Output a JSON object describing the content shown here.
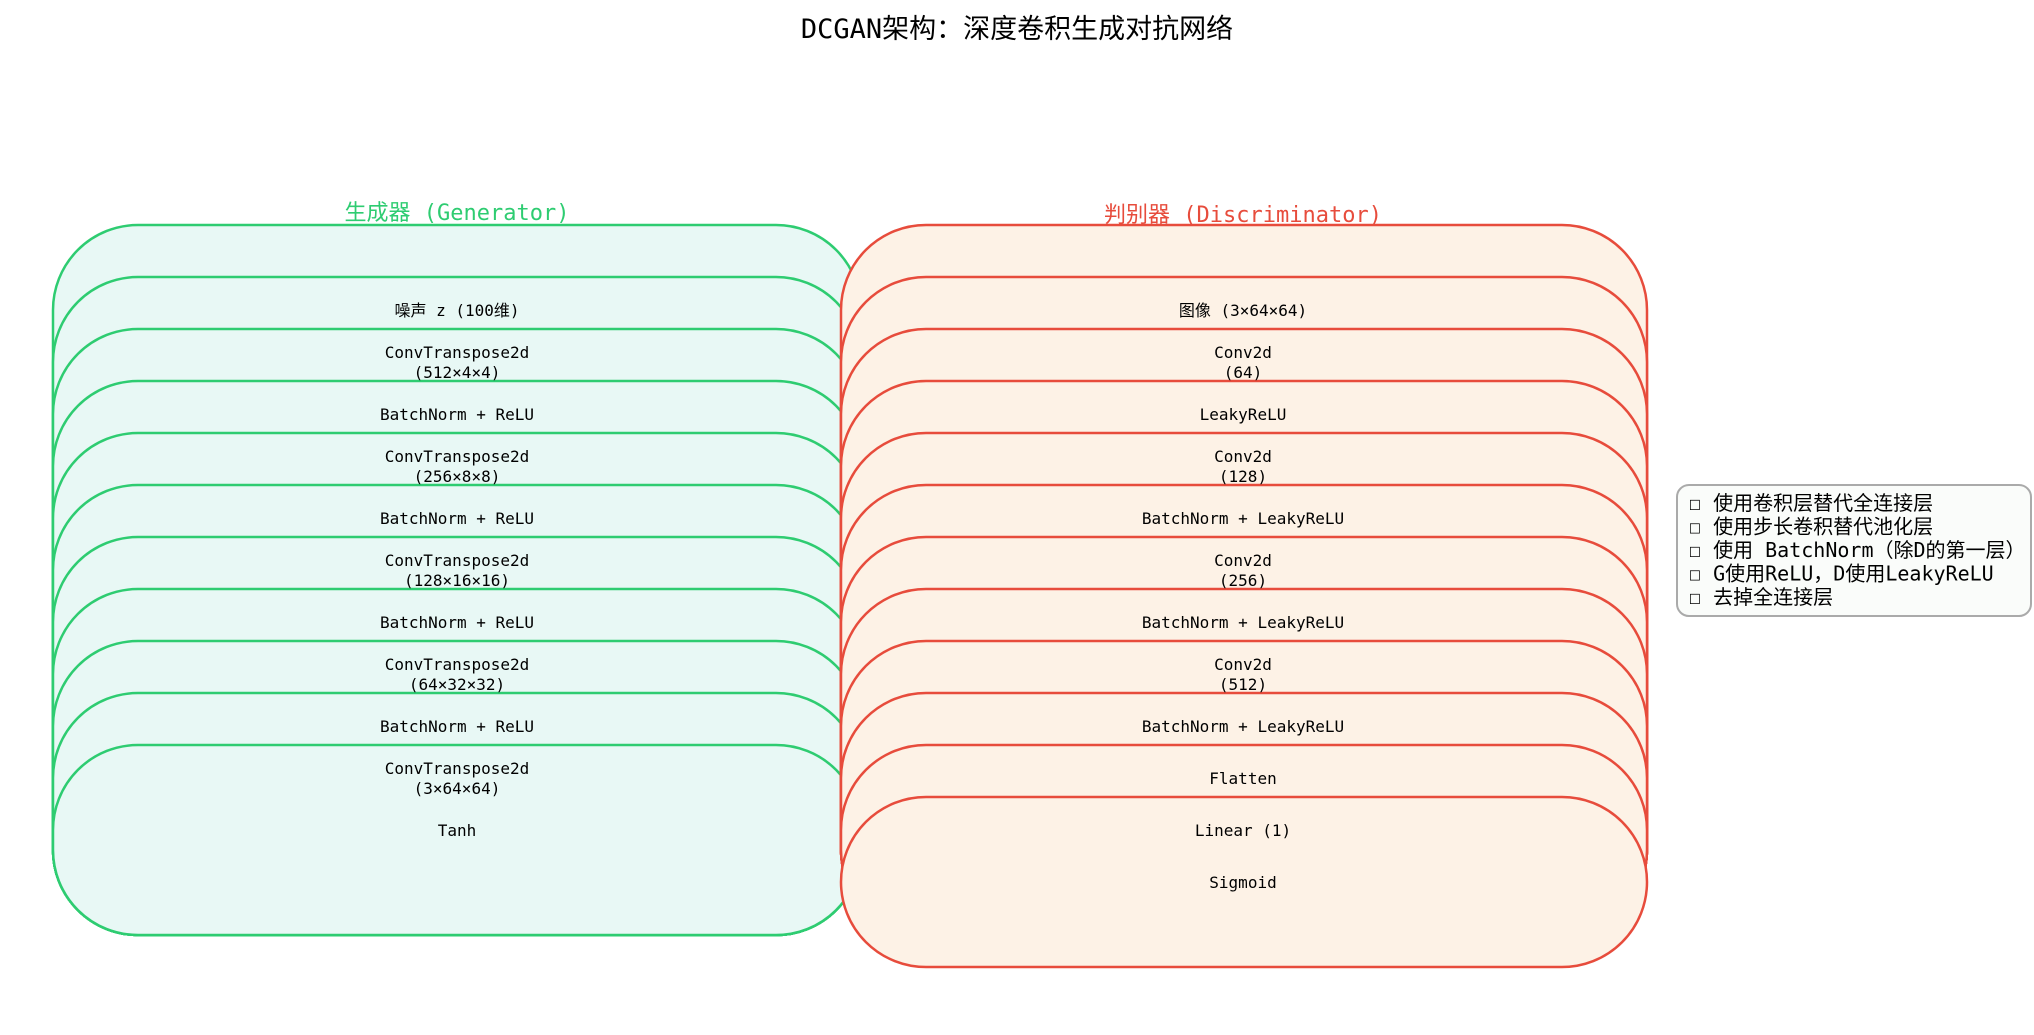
{
  "title": "DCGAN架构：深度卷积生成对抗网络",
  "colors": {
    "generator_stroke": "#2ecc71",
    "generator_fill": "#e8f8f5",
    "discriminator_stroke": "#e74c3c",
    "discriminator_fill": "#fdf2e6",
    "legend_stroke": "#aaaaaa",
    "legend_fill": "#fafcfa"
  },
  "generator": {
    "title": "生成器 (Generator)",
    "layers": [
      [
        "噪声 z (100维)"
      ],
      [
        "ConvTranspose2d",
        "(512×4×4)"
      ],
      [
        "BatchNorm + ReLU"
      ],
      [
        "ConvTranspose2d",
        "(256×8×8)"
      ],
      [
        "BatchNorm + ReLU"
      ],
      [
        "ConvTranspose2d",
        "(128×16×16)"
      ],
      [
        "BatchNorm + ReLU"
      ],
      [
        "ConvTranspose2d",
        "(64×32×32)"
      ],
      [
        "BatchNorm + ReLU"
      ],
      [
        "ConvTranspose2d",
        "(3×64×64)"
      ],
      [
        "Tanh"
      ]
    ]
  },
  "discriminator": {
    "title": "判别器 (Discriminator)",
    "layers": [
      [
        "图像 (3×64×64)"
      ],
      [
        "Conv2d",
        "(64)"
      ],
      [
        "LeakyReLU"
      ],
      [
        "Conv2d",
        "(128)"
      ],
      [
        "BatchNorm + LeakyReLU"
      ],
      [
        "Conv2d",
        "(256)"
      ],
      [
        "BatchNorm + LeakyReLU"
      ],
      [
        "Conv2d",
        "(512)"
      ],
      [
        "BatchNorm + LeakyReLU"
      ],
      [
        "Flatten"
      ],
      [
        "Linear (1)"
      ],
      [
        "Sigmoid"
      ]
    ]
  },
  "legend": {
    "items": [
      "☐ 使用卷积层替代全连接层",
      "☐ 使用步长卷积替代池化层",
      "☐ 使用 BatchNorm（除D的第一层）",
      "☐ G使用ReLU，D使用LeakyReLU",
      "☐ 去掉全连接层"
    ]
  }
}
